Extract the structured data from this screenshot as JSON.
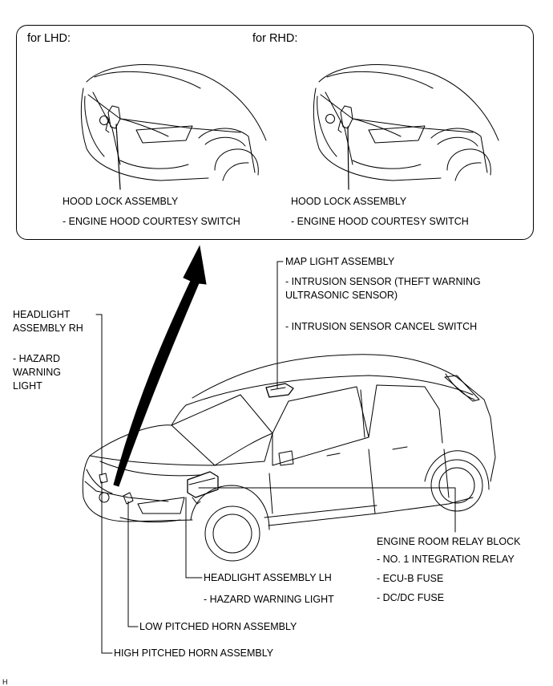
{
  "inset": {
    "lhd_heading": "for LHD:",
    "rhd_heading": "for RHD:",
    "lhd_part": "HOOD LOCK ASSEMBLY",
    "lhd_sub": "- ENGINE HOOD COURTESY SWITCH",
    "rhd_part": "HOOD LOCK ASSEMBLY",
    "rhd_sub": "- ENGINE HOOD COURTESY SWITCH"
  },
  "callouts": {
    "map_light": {
      "title": "MAP LIGHT ASSEMBLY",
      "sub1_line1": "- INTRUSION SENSOR (THEFT WARNING",
      "sub1_line2": "ULTRASONIC SENSOR)",
      "sub2": "- INTRUSION SENSOR CANCEL SWITCH"
    },
    "headlight_rh": {
      "line1": "HEADLIGHT",
      "line2": "ASSEMBLY RH",
      "sub_line1": "- HAZARD",
      "sub_line2": "WARNING",
      "sub_line3": "LIGHT"
    },
    "relay_block": {
      "title": "ENGINE ROOM RELAY BLOCK",
      "item1": "- NO. 1 INTEGRATION RELAY",
      "item2": "- ECU-B FUSE",
      "item3": "- DC/DC FUSE"
    },
    "headlight_lh": {
      "title": "HEADLIGHT ASSEMBLY LH",
      "sub": "- HAZARD WARNING LIGHT"
    },
    "low_horn": {
      "title": "LOW PITCHED HORN ASSEMBLY"
    },
    "high_horn": {
      "title": "HIGH PITCHED HORN ASSEMBLY"
    }
  },
  "figure_code": "H"
}
